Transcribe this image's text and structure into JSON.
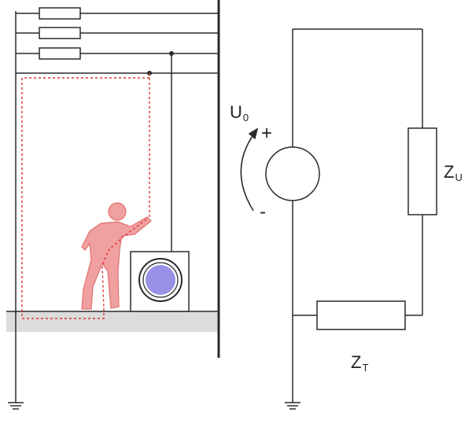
{
  "labels": {
    "source_voltage": {
      "main": "U",
      "sub": "0"
    },
    "body_impedance": {
      "main": "Z",
      "sub": "U"
    },
    "ground_impedance": {
      "main": "Z",
      "sub": "T"
    },
    "plus_sign": "+",
    "minus_sign": "-"
  },
  "colors": {
    "wire": "#2a2a2a",
    "person": "#f0a0a0",
    "person_outline": "#e07070",
    "current_path": "#e03030",
    "ground_strip": "#dcdcdc",
    "motor": "#9a90e8"
  }
}
